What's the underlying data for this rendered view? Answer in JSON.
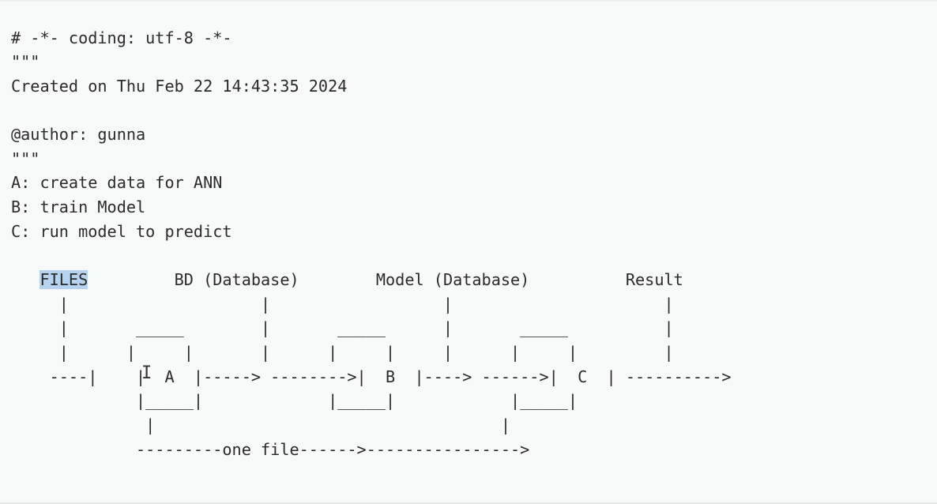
{
  "editor": {
    "lines": [
      "# -*- coding: utf-8 -*-",
      "\"\"\"",
      "Created on Thu Feb 22 14:43:35 2024",
      "",
      "@author: gunna",
      "\"\"\"",
      "A: create data for ANN",
      "B: train Model",
      "C: run model to predict",
      "",
      "   ",
      "     |                    |                  |                      |",
      "     |       _____        |       _____      |       _____          |",
      "     |      |     |       |      |     |     |      |     |         |",
      "    ----|    |  A  |-----> -------->|  B  |----> ------>|  C  | ---------->",
      "             |_____|             |_____|            |_____|",
      "              |                                    |",
      "             ---------one file------>---------------->"
    ],
    "files_label": "FILES",
    "diagram_header_rest": "         BD (Database)        Model (Database)          Result"
  }
}
